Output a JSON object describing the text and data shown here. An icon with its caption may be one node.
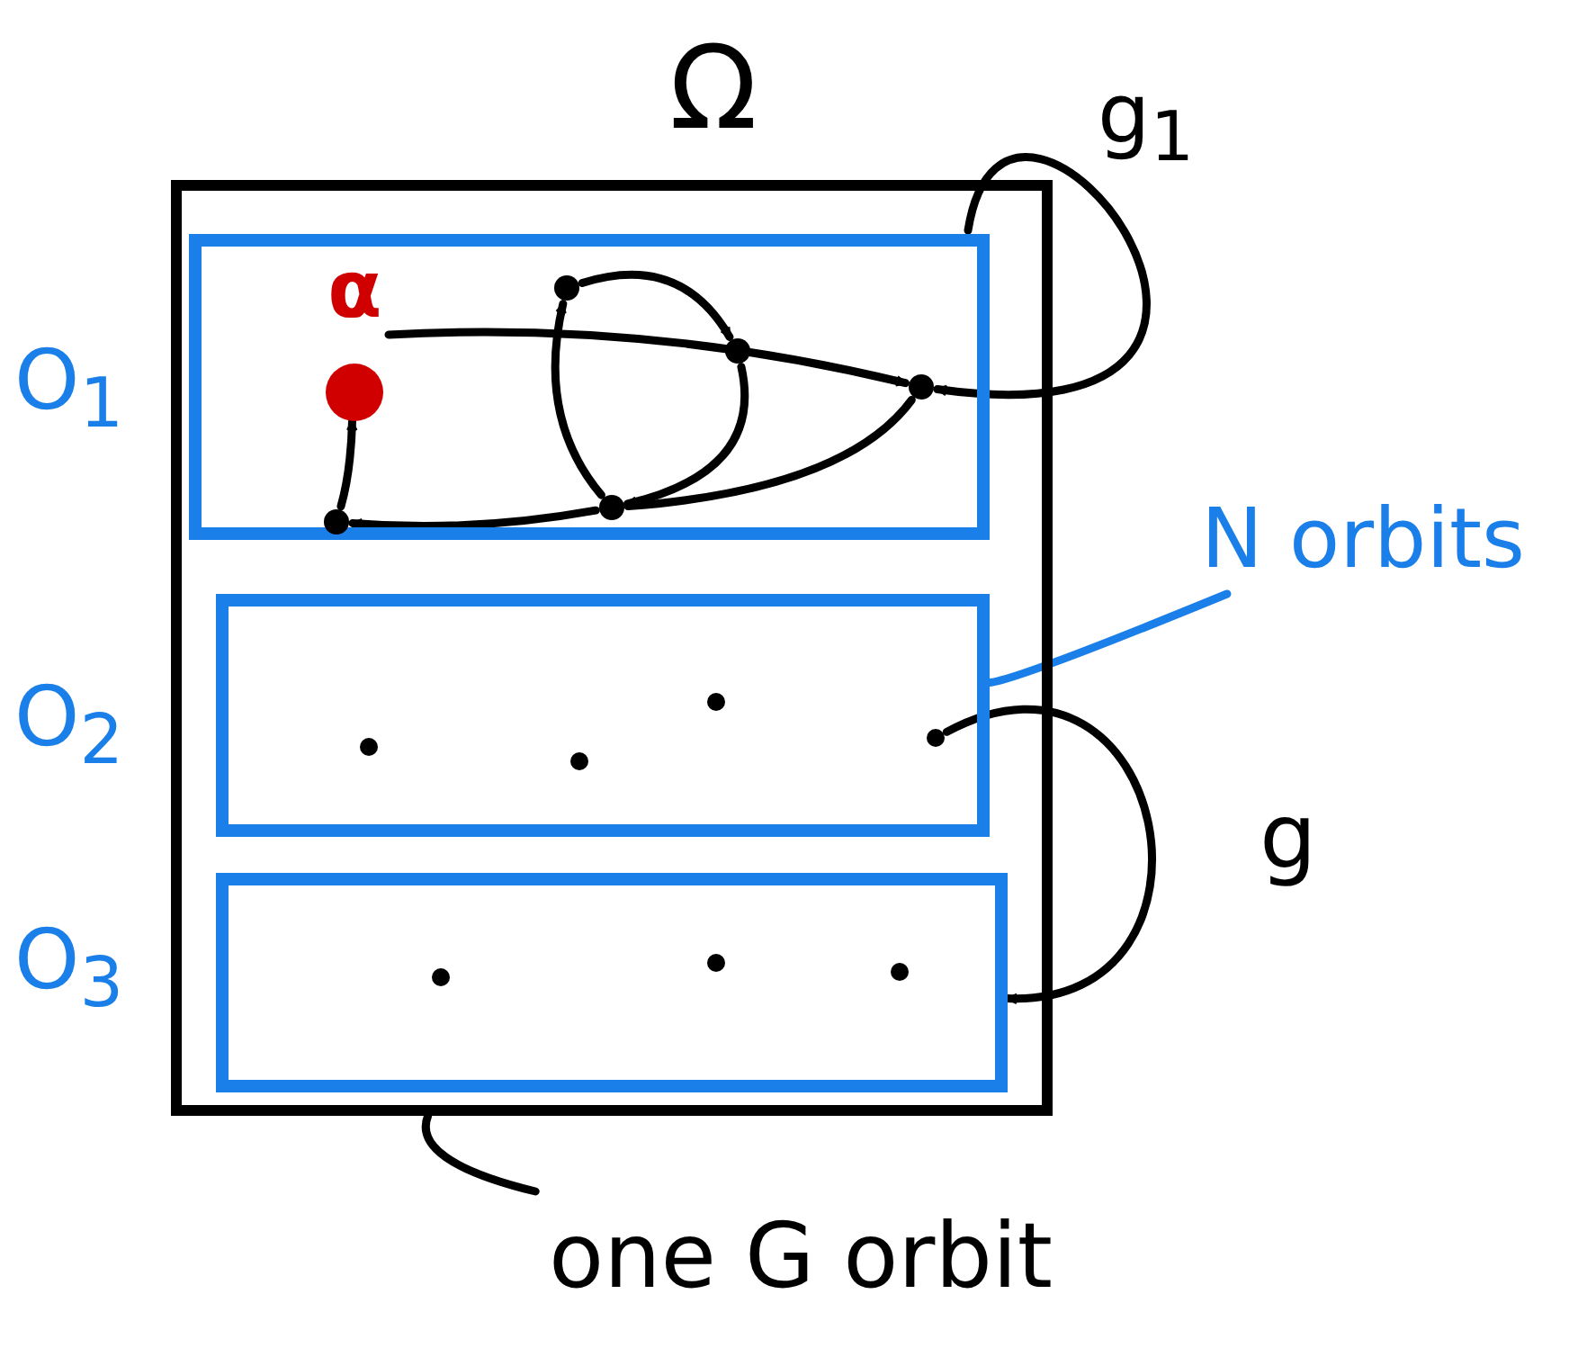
{
  "diagram": {
    "nodes": [
      {
        "text": [
          "Ω"
        ]
      },
      {
        "text": [
          "O$_{1}$"
        ],
        "in": 0
      },
      {
        "text": [],
        "shape": "circle",
        "in": 1
      },
      {
        "text": [
          "α"
        ],
        "in": 1
      },
      {
        "text": [],
        "shape": "circle",
        "in": 1
      },
      {
        "text": [],
        "shape": "circle",
        "in": 1
      },
      {
        "text": [],
        "shape": "circle",
        "in": 1
      },
      {
        "text": [],
        "shape": "circle",
        "in": 1
      },
      {
        "text": [
          "O$_{2}$"
        ],
        "in": 0
      },
      {
        "text": [],
        "shape": "circle",
        "in": 8
      },
      {
        "text": [],
        "shape": "circle",
        "in": 8
      },
      {
        "text": [],
        "shape": "circle",
        "in": 8
      },
      {
        "text": [],
        "shape": "circle",
        "in": 8
      },
      {
        "text": [
          "O$_{3}$"
        ],
        "in": 0
      },
      {
        "text": [],
        "shape": "circle",
        "in": 13
      },
      {
        "text": [],
        "shape": "circle",
        "in": 13
      },
      {
        "text": [],
        "shape": "circle",
        "in": 13
      },
      {
        "text": [
          "N orbits"
        ]
      },
      {
        "text": [
          "one G orbit"
        ]
      }
    ],
    "edges": [
      {
        "from": 2,
        "to": 4,
        "arrow": "to"
      },
      {
        "from": 3,
        "to": 5,
        "arrow": "to"
      },
      {
        "from": 4,
        "to": 7,
        "arrow": "to"
      },
      {
        "from": 5,
        "to": 7,
        "arrow": "none"
      },
      {
        "from": 7,
        "to": 6,
        "arrow": "to"
      },
      {
        "from": 6,
        "to": 3,
        "arrow": "to"
      },
      {
        "from": 7,
        "to": 2,
        "arrow": "to"
      },
      {
        "from": null,
        "to": 5,
        "arrow": "to",
        "label": "g$_{1}$"
      },
      {
        "from": 12,
        "to": 13,
        "arrow": "to",
        "label": "g"
      },
      {
        "from": 17,
        "to": 8,
        "arrow": "none",
        "color": "#1a7fe8"
      },
      {
        "from": 18,
        "to": 0,
        "arrow": "none"
      }
    ]
  }
}
